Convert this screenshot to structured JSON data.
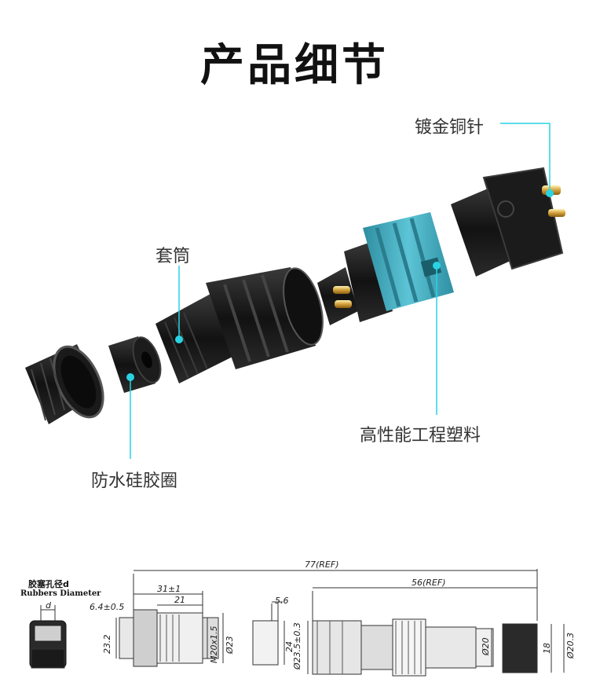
{
  "title": "产品细节",
  "callouts": {
    "pin": "镀金铜针",
    "sleeve": "套筒",
    "seal": "防水硅胶圈",
    "plastic": "高性能工程塑料"
  },
  "drawing": {
    "rubber_label_zh": "胶塞孔径d",
    "rubber_label_en": "Rubbers Diameter",
    "d": "d",
    "dims": {
      "total": "77(REF)",
      "ref56": "56(REF)",
      "len31": "31±1",
      "len21": "21",
      "len6_4": "6.4±0.5",
      "h23_2": "23.2",
      "m20": "M20x1.5",
      "d23": "Ø23",
      "w5_6": "5.6",
      "h24": "24",
      "d23_5": "Ø23.5±0.3",
      "d20": "Ø20",
      "h18": "18",
      "d20_3": "Ø20.3"
    }
  },
  "colors": {
    "accent": "#29d3e3",
    "cap_blue": "#4fb7c9",
    "black": "#151515"
  }
}
